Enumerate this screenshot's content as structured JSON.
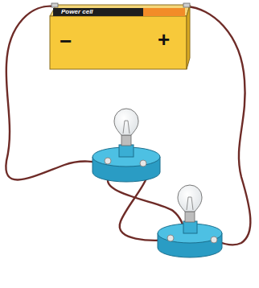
{
  "diagram": {
    "nodes": [
      {
        "text": [
          "Power cell",
          "−",
          "+"
        ]
      }
    ]
  }
}
